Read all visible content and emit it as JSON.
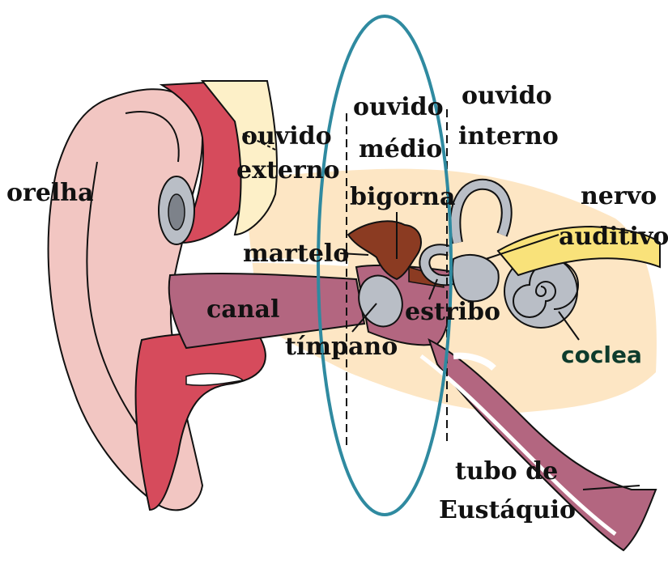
{
  "diagram": {
    "labels": {
      "orelha": "orelha",
      "ouvido_externo_1": "ouvido",
      "ouvido_externo_2": "externo",
      "ouvido_medio_1": "ouvido",
      "ouvido_medio_2": "médio",
      "ouvido_interno_1": "ouvido",
      "ouvido_interno_2": "interno",
      "bigorna": "bigorna",
      "nervo_1": "nervo",
      "nervo_2": "auditivo",
      "martelo": "martelo",
      "canal": "canal",
      "estribo": "estribo",
      "timpano": "tímpano",
      "coclea": "coclea",
      "tubo_1": "tubo de",
      "tubo_2": "Eustáquio"
    },
    "colors": {
      "skin": "#f2c6c2",
      "skin_dark": "#e8a8a6",
      "cartilage_red": "#d64b5c",
      "canal_mauve": "#b36680",
      "tissue_beige": "#fde6c4",
      "bone_cream": "#fdf0c8",
      "inner_gray": "#b9bec6",
      "ossicle_brown": "#8b3b22",
      "nerve_yellow": "#f9e27a",
      "highlight_oval": "#2f8aa0",
      "coclea_text": "#0e3b2c"
    }
  }
}
